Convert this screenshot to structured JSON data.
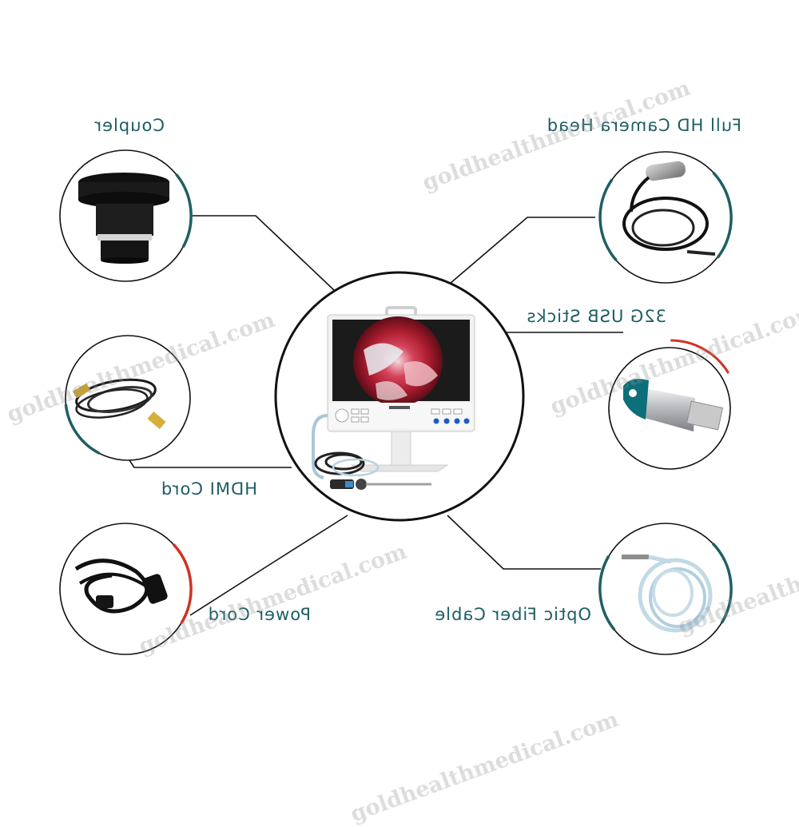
{
  "labels": {
    "coupler": "Coupler",
    "camera_head": "Full HD Camera Head",
    "usb_sticks": "32G USB Sticks",
    "hdmi_cord": "HDMI Cord",
    "power_cord": "Power Cord",
    "optic_fiber": "Optic Fiber Cable"
  },
  "watermark": "goldhealthmedical.com",
  "colors": {
    "label_text": "#1c5e64",
    "teal_accent": "#1f5f63",
    "red_accent": "#d03222",
    "line": "#111111"
  }
}
